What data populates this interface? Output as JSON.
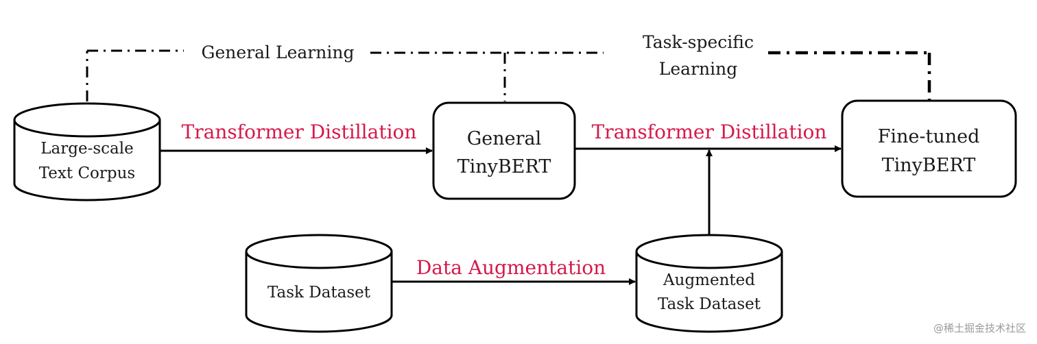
{
  "nodes": {
    "large_corpus": {
      "line1": "Large-scale",
      "line2": "Text Corpus"
    },
    "general_tinybert": {
      "line1": "General",
      "line2": "TinyBERT"
    },
    "finetuned_tinybert": {
      "line1": "Fine-tuned",
      "line2": "TinyBERT"
    },
    "task_dataset": {
      "line1": "Task Dataset"
    },
    "augmented_dataset": {
      "line1": "Augmented",
      "line2": "Task Dataset"
    }
  },
  "edges": {
    "distill_general": "Transformer Distillation",
    "distill_task": "Transformer Distillation",
    "augmentation": "Data Augmentation"
  },
  "phases": {
    "general": "General Learning",
    "task_line1": "Task-specific",
    "task_line2": "Learning"
  },
  "watermark": "@稀土掘金技术社区",
  "colors": {
    "edge_label": "#d6184a",
    "stroke": "#000000",
    "text": "#1a1a1a"
  }
}
